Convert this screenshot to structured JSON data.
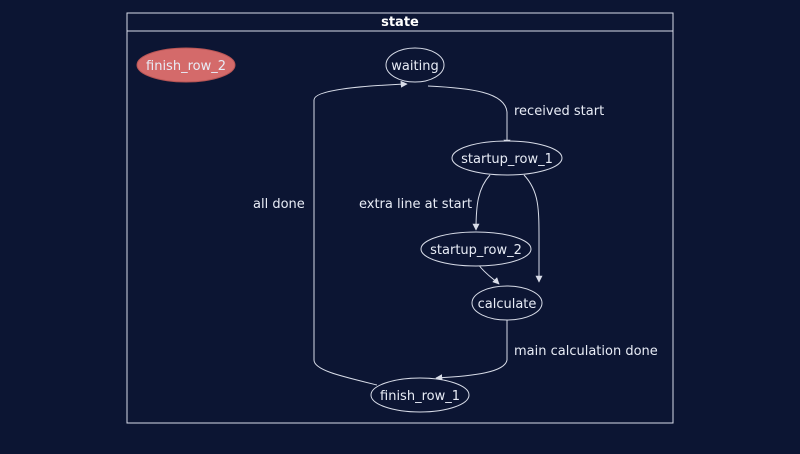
{
  "diagram": {
    "title": "state",
    "colors": {
      "background": "#0c1533",
      "stroke": "#d8dce8",
      "text": "#e8ecf6",
      "highlight_fill": "#d46a6a",
      "highlight_stroke": "#b85555"
    },
    "nodes": {
      "finish_row_2": "finish_row_2",
      "waiting": "waiting",
      "startup_row_1": "startup_row_1",
      "startup_row_2": "startup_row_2",
      "calculate": "calculate",
      "finish_row_1": "finish_row_1"
    },
    "edges": {
      "received_start": "received start",
      "extra_line_at_start": "extra line at start",
      "all_done": "all done",
      "main_calculation_done": "main calculation done"
    }
  }
}
